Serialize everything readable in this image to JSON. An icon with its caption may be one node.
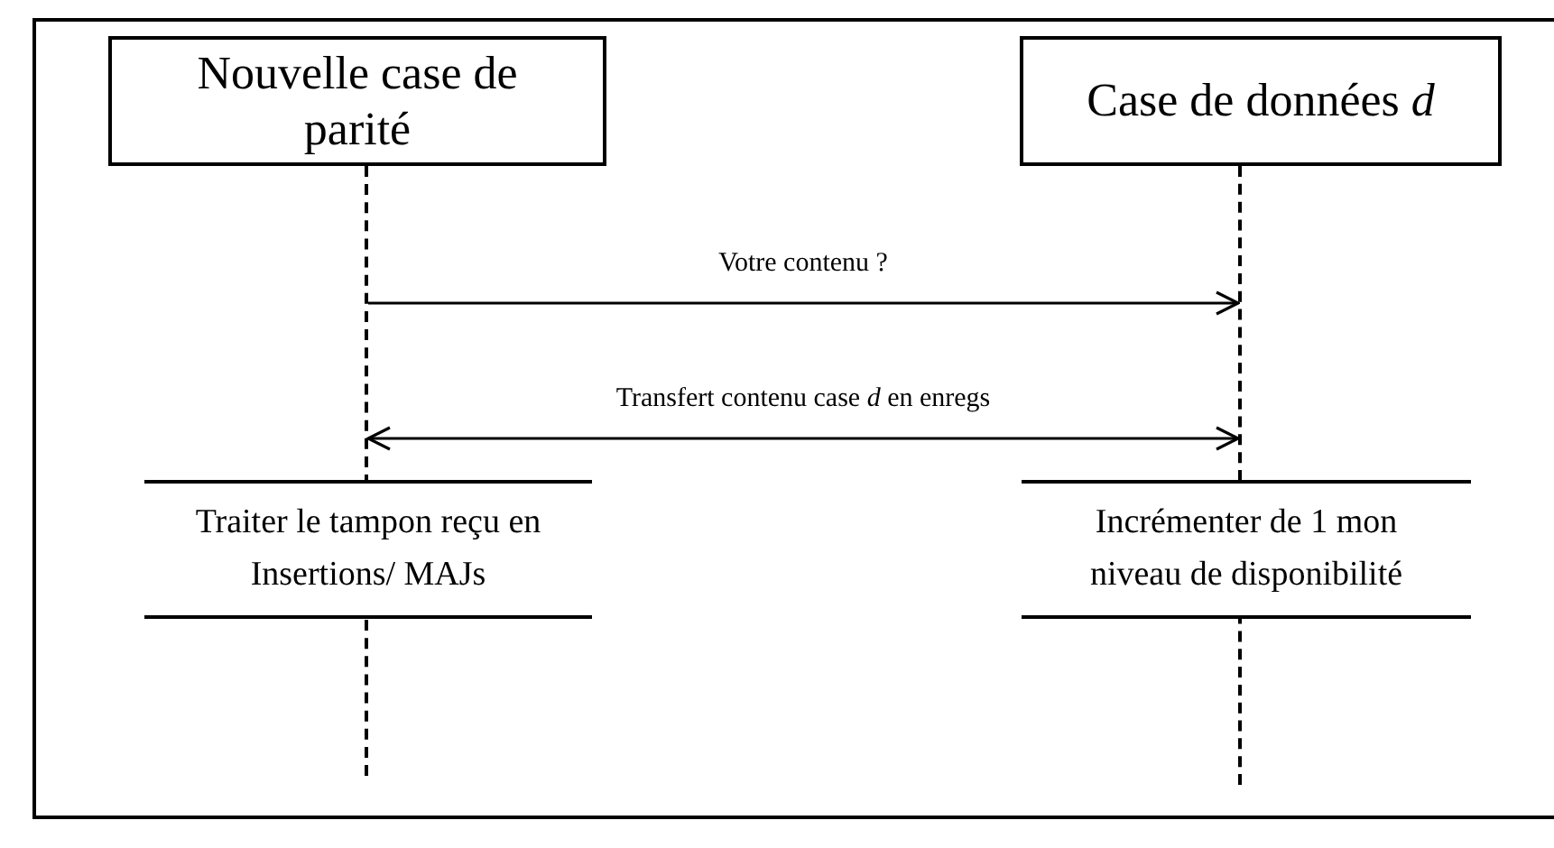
{
  "diagram": {
    "nodes": [
      {
        "text": [
          "Nouvelle case de parité"
        ]
      },
      {
        "text": [
          "Case de données *d*"
        ]
      },
      {
        "text": [
          "Traiter le tampon reçu en Insertions/ MAJs"
        ]
      },
      {
        "text": [
          "Incrémenter de 1 mon niveau de disponibilité"
        ]
      },
      {
        "text": [],
        "shape": "line"
      },
      {
        "text": [],
        "shape": "line"
      }
    ],
    "edges": [
      {
        "from": 4,
        "to": 5,
        "arrow": "to",
        "label": "Votre contenu ?"
      },
      {
        "from": 4,
        "to": 5,
        "arrow": "both",
        "label": "Transfert contenu case *d* en enregs"
      }
    ]
  }
}
